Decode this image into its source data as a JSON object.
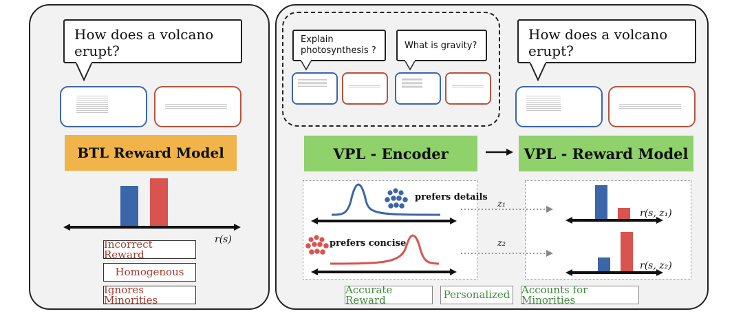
{
  "left_panel": {
    "question": "How does a volcano erupt?",
    "model_label": "BTL Reward Model",
    "axis_label": "r(s)",
    "tags": [
      "Incorrect Reward",
      "Homogenous",
      "Ignores Minorities"
    ]
  },
  "right_panel": {
    "context_questions": [
      "Explain photosynthesis ?",
      "What is gravity?"
    ],
    "question": "How does a volcano erupt?",
    "encoder_label": "VPL - Encoder",
    "reward_label": "VPL - Reward Model",
    "group_1_label": "prefers details",
    "group_2_label": "prefers concise",
    "latent_1": "z₁",
    "latent_2": "z₂",
    "reward_1": "r(s, z₁)",
    "reward_2": "r(s, z₂)",
    "tags": [
      "Accurate Reward",
      "Personalized",
      "Accounts for Minorities"
    ]
  },
  "colors": {
    "blue": "#3b66a8",
    "red": "#d9534f",
    "orange": "#f0b44a",
    "green": "#8fd16a"
  },
  "icons": [
    "crowd-icon-blue",
    "crowd-icon-red"
  ]
}
